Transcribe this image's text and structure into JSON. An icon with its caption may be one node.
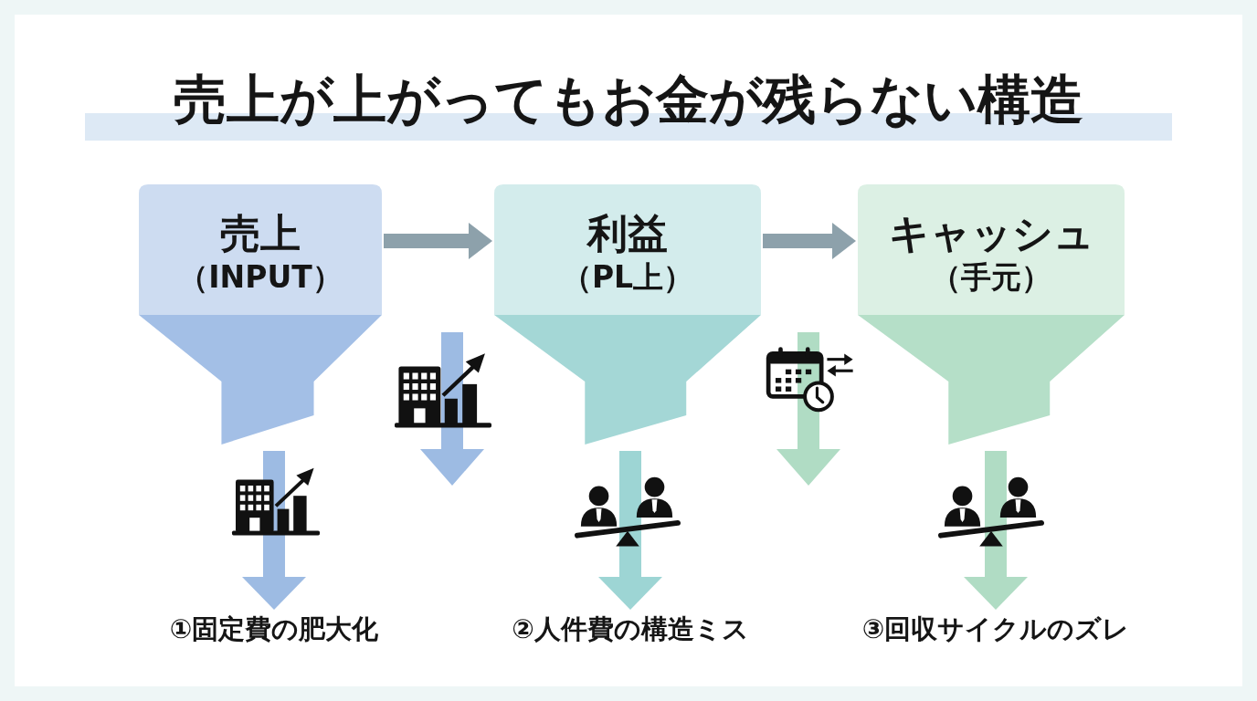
{
  "diagram": {
    "title": "売上が上がってもお金が残らない構造",
    "nodes": [
      {
        "text": [
          "売上",
          "（INPUT）"
        ]
      },
      {
        "text": [
          "利益",
          "（PL上）"
        ]
      },
      {
        "text": [
          "キャッシュ",
          "（手元）"
        ]
      },
      {
        "text": [
          "①固定費の肥大化"
        ]
      },
      {
        "text": [
          "②人件費の構造ミス"
        ]
      },
      {
        "text": [
          "③回収サイクルのズレ"
        ]
      }
    ],
    "edges": [
      {
        "from": 0,
        "to": 1,
        "arrow": "to",
        "color": "#8da1ab"
      },
      {
        "from": 1,
        "to": 2,
        "arrow": "to",
        "color": "#8da1ab"
      },
      {
        "from": 0,
        "to": 3,
        "arrow": "to",
        "color": "#9dbbe3"
      },
      {
        "from": 1,
        "to": 4,
        "arrow": "to",
        "color": "#9dd5d4"
      },
      {
        "from": 2,
        "to": 5,
        "arrow": "to",
        "color": "#b0dcc4"
      }
    ]
  }
}
